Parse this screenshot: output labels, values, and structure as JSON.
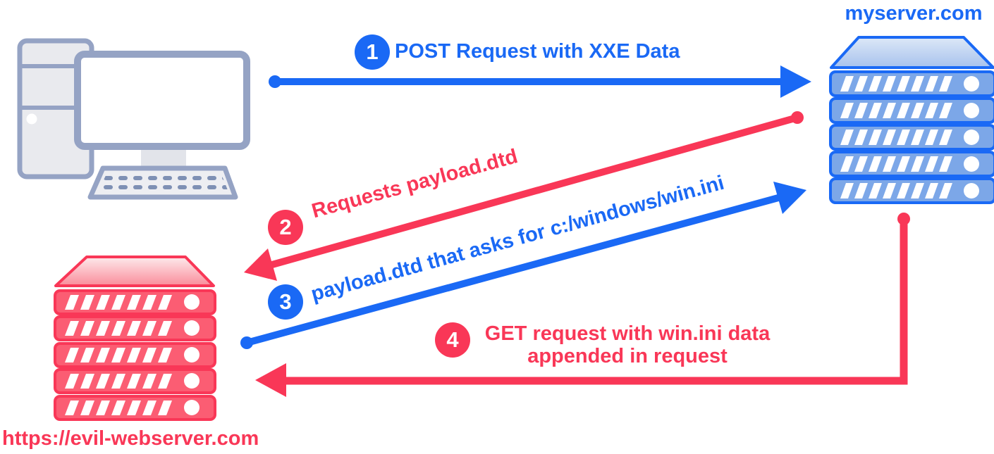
{
  "colors": {
    "blue": "#1a69f5",
    "red": "#f93757",
    "blue_server_fill": "#7ca7e8",
    "red_server_fill": "#fb5d73",
    "computer_gray": "#95a3c4"
  },
  "nodes": {
    "client": {
      "icon": "desktop-computer-icon"
    },
    "myserver": {
      "label": "myserver.com",
      "icon": "server-stack-icon"
    },
    "evil_server": {
      "label": "https://evil-webserver.com",
      "icon": "server-stack-icon"
    }
  },
  "steps": [
    {
      "number": "1",
      "label": "POST Request with XXE Data",
      "color": "#1a69f5",
      "from": "client",
      "to": "myserver"
    },
    {
      "number": "2",
      "label": "Requests payload.dtd",
      "color": "#f93757",
      "from": "myserver",
      "to": "evil_server"
    },
    {
      "number": "3",
      "label": "payload.dtd that asks for c:/windows/win.ini",
      "color": "#1a69f5",
      "from": "evil_server",
      "to": "myserver"
    },
    {
      "number": "4",
      "label": "GET request with win.ini data\nappended in request",
      "color": "#f93757",
      "from": "myserver",
      "to": "evil_server"
    }
  ]
}
